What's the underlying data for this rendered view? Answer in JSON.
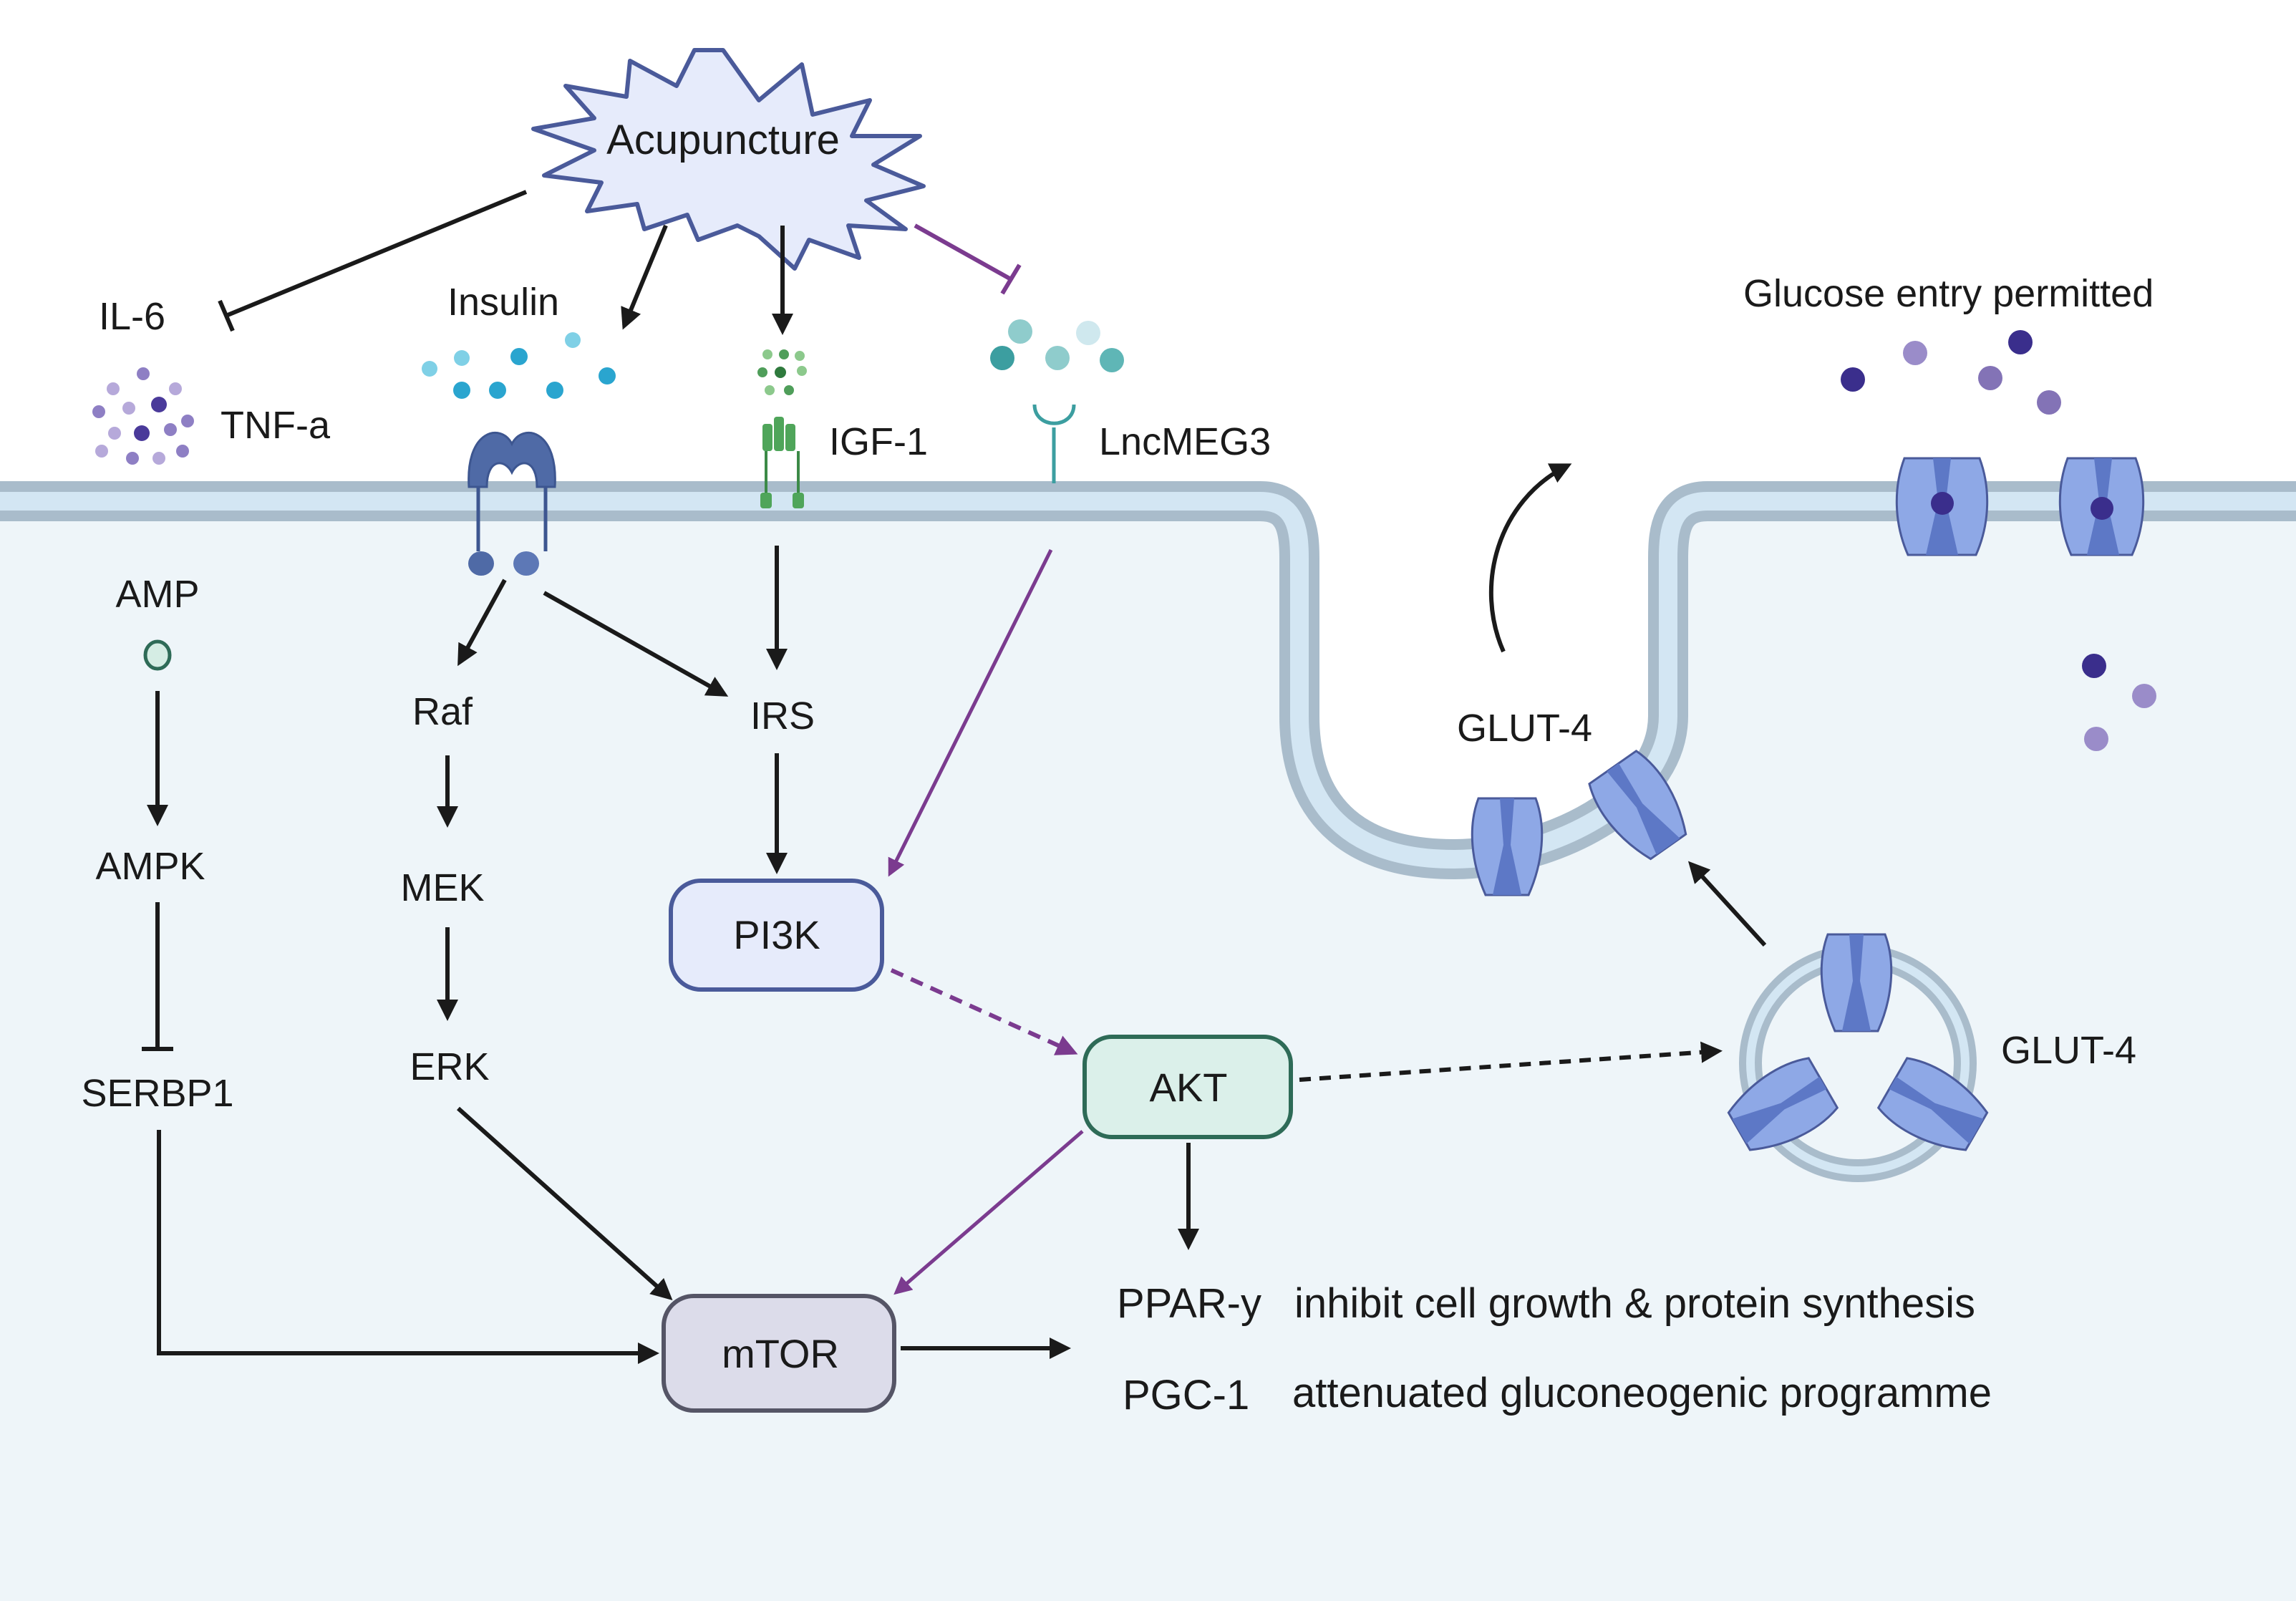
{
  "trigger": {
    "label": "Acupuncture"
  },
  "ligands": {
    "il6": "IL-6",
    "tnfa": "TNF-a",
    "insulin": "Insulin",
    "igf1": "IGF-1",
    "lncmeg3": "LncMEG3"
  },
  "glucose": {
    "label": "Glucose entry permitted"
  },
  "glut4": {
    "vesicle_label": "GLUT-4",
    "membrane_label": "GLUT-4"
  },
  "pathway": {
    "amp": "AMP",
    "ampk": "AMPK",
    "serbp1": "SERBP1",
    "raf": "Raf",
    "mek": "MEK",
    "erk": "ERK",
    "irs": "IRS",
    "pi3k": "PI3K",
    "akt": "AKT",
    "mtor": "mTOR"
  },
  "outcomes": [
    {
      "factor": "PPAR-y",
      "effect": "inhibit cell growth & protein synthesis"
    },
    {
      "factor": "PGC-1",
      "effect": "attenuated gluconeogenic programme"
    }
  ],
  "colors": {
    "cytoplasm": "#eef5f9",
    "membrane": "#a9bccb",
    "membrane_inner": "#d3e6f3",
    "inhibit_purple": "#7b3b8f",
    "pi3k_fill": "#e6ebfb",
    "pi3k_stroke": "#4a5a9a",
    "akt_fill": "#dbf0ea",
    "akt_stroke": "#2e6b57",
    "mtor_fill": "#dcdcea",
    "mtor_stroke": "#555566",
    "glut4": "#8ea8e6",
    "glucose_dark": "#3a2e8c",
    "glucose_light": "#9a8cc9"
  }
}
